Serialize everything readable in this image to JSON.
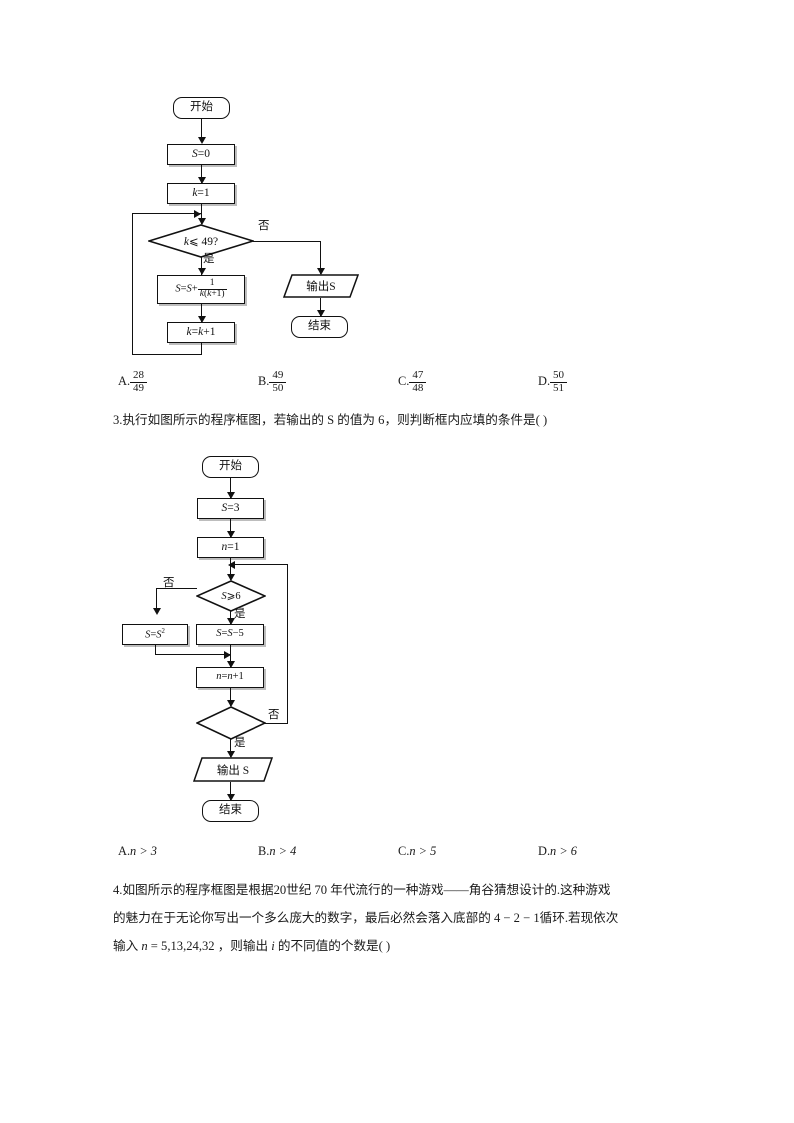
{
  "document": {
    "type": "math-worksheet",
    "language": "zh-CN"
  },
  "flowchart1": {
    "name": "program-flowchart-sum-series",
    "nodes": {
      "start": "开始",
      "init_s": "S=0",
      "init_k": "k=1",
      "condition": "k≤ 49?",
      "accumulate_prefix": "S=S+",
      "accumulate_num": "1",
      "accumulate_den": "k(k+1)",
      "increment": "k=k+1",
      "output": "输出S",
      "end": "结束"
    },
    "edges": {
      "yes": "是",
      "no": "否"
    }
  },
  "question2_options": {
    "items": [
      {
        "letter": "A.",
        "num": "28",
        "den": "49"
      },
      {
        "letter": "B.",
        "num": "49",
        "den": "50"
      },
      {
        "letter": "C.",
        "num": "47",
        "den": "48"
      },
      {
        "letter": "D.",
        "num": "50",
        "den": "51"
      }
    ]
  },
  "question3": {
    "stem": "3.执行如图所示的程序框图，若输出的 S 的值为 6，则判断框内应填的条件是(      )",
    "options": [
      {
        "letter": "A.",
        "expr": "n > 3"
      },
      {
        "letter": "B.",
        "expr": "n > 4"
      },
      {
        "letter": "C.",
        "expr": "n > 5"
      },
      {
        "letter": "D.",
        "expr": "n > 6"
      }
    ]
  },
  "flowchart2": {
    "name": "program-flowchart-conditional-loop",
    "nodes": {
      "start": "开始",
      "init_s": "S=3",
      "init_n": "n=1",
      "condition": "S⩾6",
      "square_branch": "S=S",
      "square_exp": "2",
      "subtract_branch": "S=S−5",
      "increment": "n=n+1",
      "condition2": "",
      "output": "输出 S",
      "end": "结束"
    },
    "edges": {
      "yes": "是",
      "no": "否",
      "no2": "否",
      "no3": "否"
    }
  },
  "question4": {
    "line1": "4.如图所示的程序框图是根据20世纪 70 年代流行的一种游戏——角谷猜想设计的.这种游戏",
    "line2": "的魅力在于无论你写出一个多么庞大的数字，最后必然会落入底部的 4 − 2 − 1循环.若现依次",
    "line3_prefix": "输入 ",
    "line3_var": "n",
    "line3_eq": " = 5,13,24,32 ，则输出 ",
    "line3_var2": "i",
    "line3_suffix": " 的不同值的个数是(      )"
  },
  "colors": {
    "ink": "#111111",
    "text": "#1a1a1a",
    "paper": "#ffffff",
    "shadow": "#bdbdbd"
  }
}
